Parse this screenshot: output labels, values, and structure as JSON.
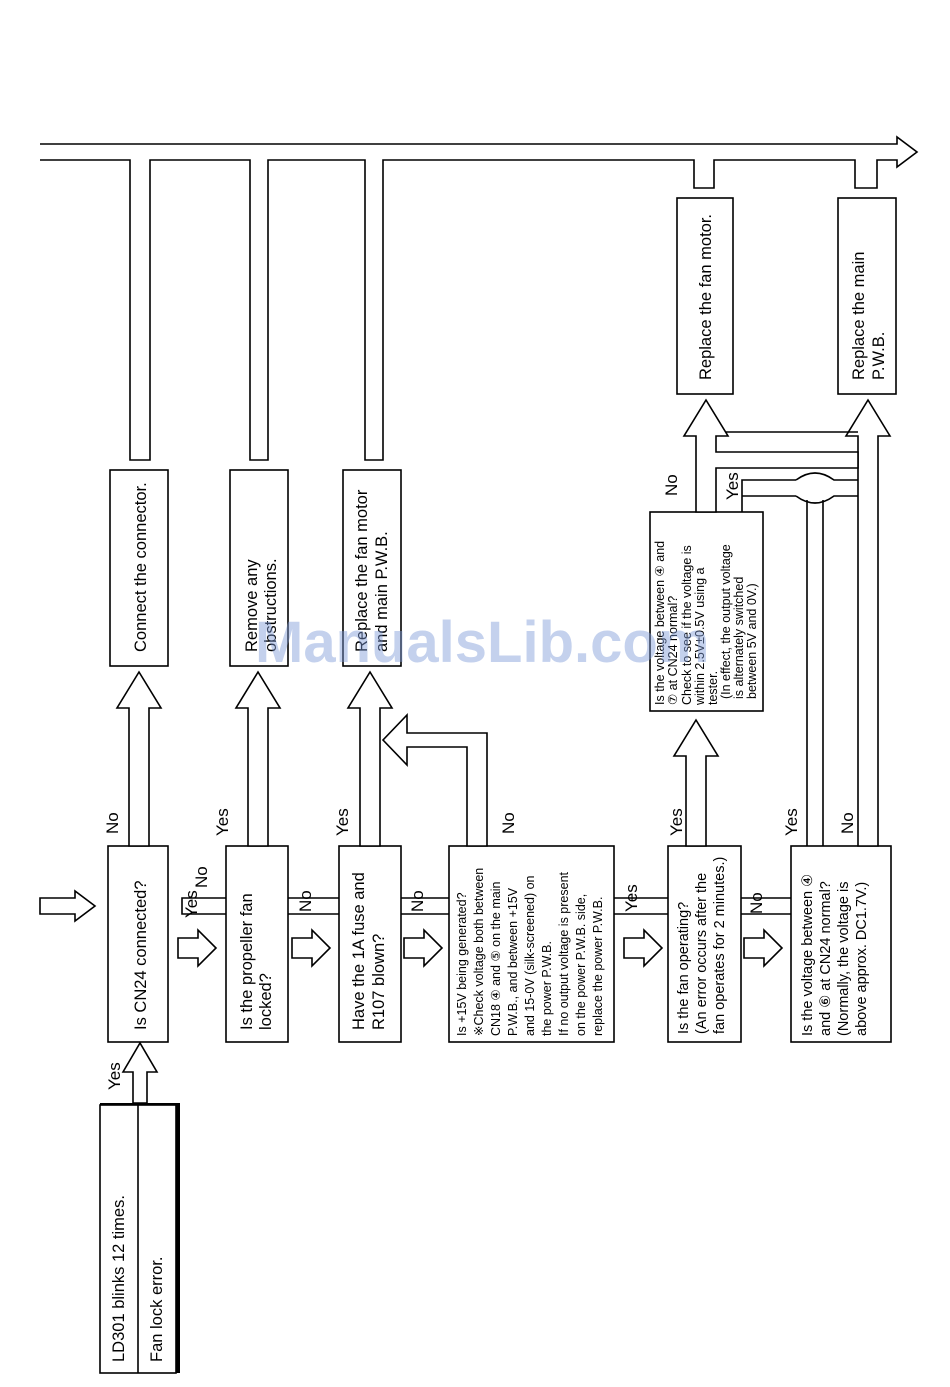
{
  "start": {
    "line1": "LD301 blinks 12 times.",
    "line2": "Fan lock error."
  },
  "questions": {
    "q1": [
      "Is CN24 connected?"
    ],
    "q2": [
      "Is the propeller fan",
      "locked?"
    ],
    "q3": [
      "Have the 1A fuse and",
      "R107 blown?"
    ],
    "q4": [
      "Is +15V being generated?",
      "※Check voltage both between",
      "CN18 ④ and ⑤ on the main",
      "P.W.B., and between +15V",
      "and  15-0V  (silk-screened) on",
      "the power P.W.B.",
      "If no output voltage is present",
      "on the power P.W.B. side,",
      "replace the power P.W.B."
    ],
    "q5": [
      "Is the fan operating?",
      "(An error occurs after the",
      "fan operates for 2 minutes.)"
    ],
    "q6": [
      "Is the voltage between ④",
      "and ⑥ at CN24 normal?",
      "(Normally, the voltage is",
      "above approx. DC1.7V.)"
    ],
    "q7": [
      "Is the voltage between ④ and",
      "⑦ at CN24 normal?",
      "Check to see if the voltage is",
      "within 2.5V±0.5V using a",
      "tester.",
      "(In effect, the output voltage",
      "is alternately switched",
      "between 5V and 0V.)"
    ]
  },
  "actions": {
    "a1": [
      "Connect the connector."
    ],
    "a2": [
      "Remove any",
      "obstructions."
    ],
    "a3": [
      "Replace the fan motor",
      "and main P.W.B."
    ],
    "a4": [
      "Replace the fan motor."
    ],
    "a5": [
      "Replace the main",
      "P.W.B."
    ]
  },
  "labels": {
    "yes": "Yes",
    "no": "No"
  },
  "watermark": "ManualsLib.com"
}
